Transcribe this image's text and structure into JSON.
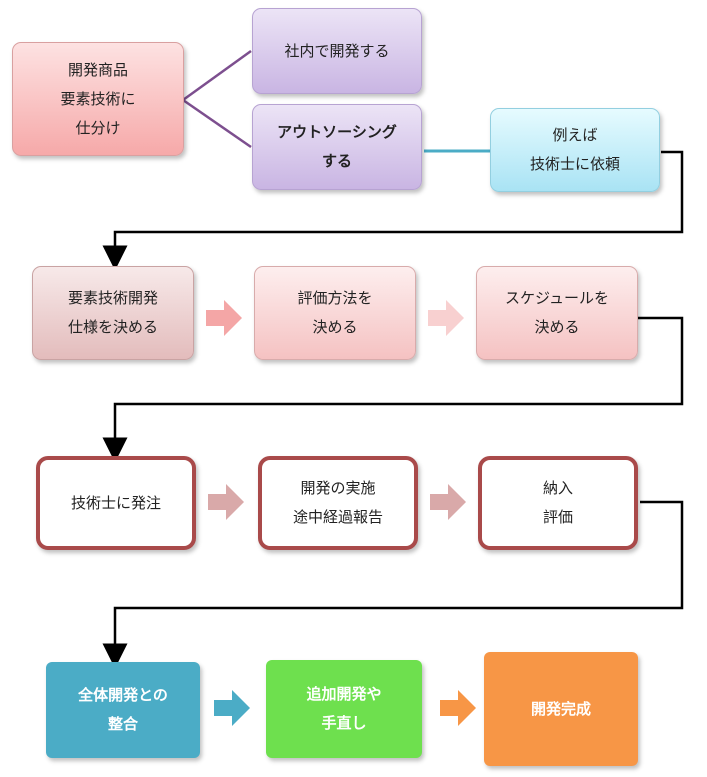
{
  "row1": {
    "root": [
      "開発商品",
      "要素技術に",
      "仕分け"
    ],
    "inhouse": [
      "社内で開発する"
    ],
    "outsourcing": [
      "アウトソーシング",
      "する"
    ],
    "example": [
      "例えば",
      "技術士に依頼"
    ]
  },
  "row2": {
    "step1": [
      "要素技術開発",
      "仕様を決める"
    ],
    "step2": [
      "評価方法を",
      "決める"
    ],
    "step3": [
      "スケジュールを",
      "決める"
    ]
  },
  "row3": {
    "step1": [
      "技術士に発注"
    ],
    "step2": [
      "開発の実施",
      "途中経過報告"
    ],
    "step3": [
      "納入",
      "評価"
    ]
  },
  "row4": {
    "step1": [
      "全体開発との",
      "整合"
    ],
    "step2": [
      "追加開発や",
      "手直し"
    ],
    "step3": [
      "開発完成"
    ]
  },
  "colors": {
    "branch_line": "#7d4f8f",
    "teal_line": "#4bacc6",
    "connector": "#000000",
    "arrow_pink": "#f4a6a6",
    "arrow_rose": "#d9a9a9",
    "arrow_teal": "#4bacc6",
    "arrow_orange": "#f79646"
  }
}
